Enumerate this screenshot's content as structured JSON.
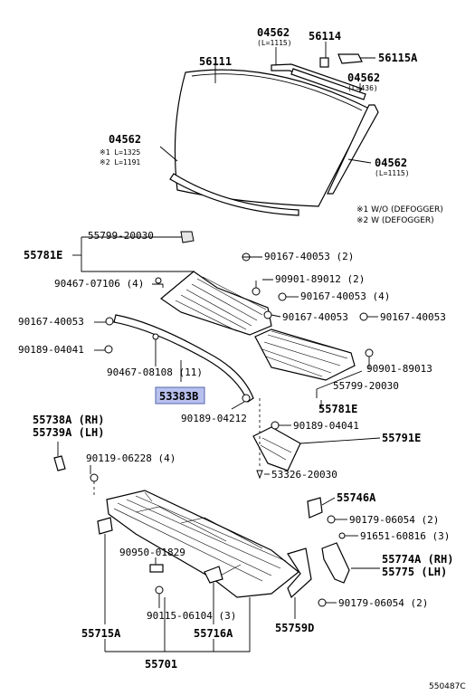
{
  "labels": {
    "p04562_top": "04562",
    "p04562_top_len": "(L=1115)",
    "p56114": "56114",
    "p56115A": "56115A",
    "p56111": "56111",
    "p04562_right_mid": "04562",
    "p04562_right_mid_len": "(L=436)",
    "p04562_left": "04562",
    "p04562_left_len1": "※1 L=1325",
    "p04562_left_len2": "※2 L=1191",
    "p04562_right": "04562",
    "p04562_right_len": "(L=1115)",
    "note1": "※1 W/O (DEFOGGER)",
    "note2": "※2 W (DEFOGGER)",
    "p55799_20030_top": "55799-20030",
    "p55781E_left": "55781E",
    "p90167_40053_2": "90167-40053 (2)",
    "p90901_89012": "90901-89012 (2)",
    "p90467_07106": "90467-07106 (4)",
    "p90167_40053_4": "90167-40053 (4)",
    "p90167_40053_left": "90167-40053",
    "p90167_40053_mid": "90167-40053",
    "p90167_40053_right": "90167-40053",
    "p90189_04041_left": "90189-04041",
    "p90901_89013": "90901-89013",
    "p90467_08108": "90467-08108 (11)",
    "p55799_20030_right": "55799-20030",
    "p53383B": "53383B",
    "p55781E_right": "55781E",
    "p90189_04212": "90189-04212",
    "p90189_04041_right": "90189-04041",
    "p55738A": "55738A (RH)",
    "p55739A": "55739A (LH)",
    "p55791E": "55791E",
    "p90119_06228": "90119-06228 (4)",
    "p53326_20030": "53326-20030",
    "p55746A": "55746A",
    "p90179_06054_top": "90179-06054 (2)",
    "p91651_60816": "91651-60816 (3)",
    "p90950_01829": "90950-01829",
    "p55774A": "55774A (RH)",
    "p55775": "55775  (LH)",
    "p90115_06104": "90115-06104 (3)",
    "p90179_06054_bot": "90179-06054 (2)",
    "p55715A": "55715A",
    "p55716A": "55716A",
    "p55759D": "55759D",
    "p55701": "55701",
    "ref_code": "550487C"
  },
  "colors": {
    "highlight_fill": "#b8c0ee",
    "highlight_stroke": "#5566aa",
    "line": "#000000"
  }
}
